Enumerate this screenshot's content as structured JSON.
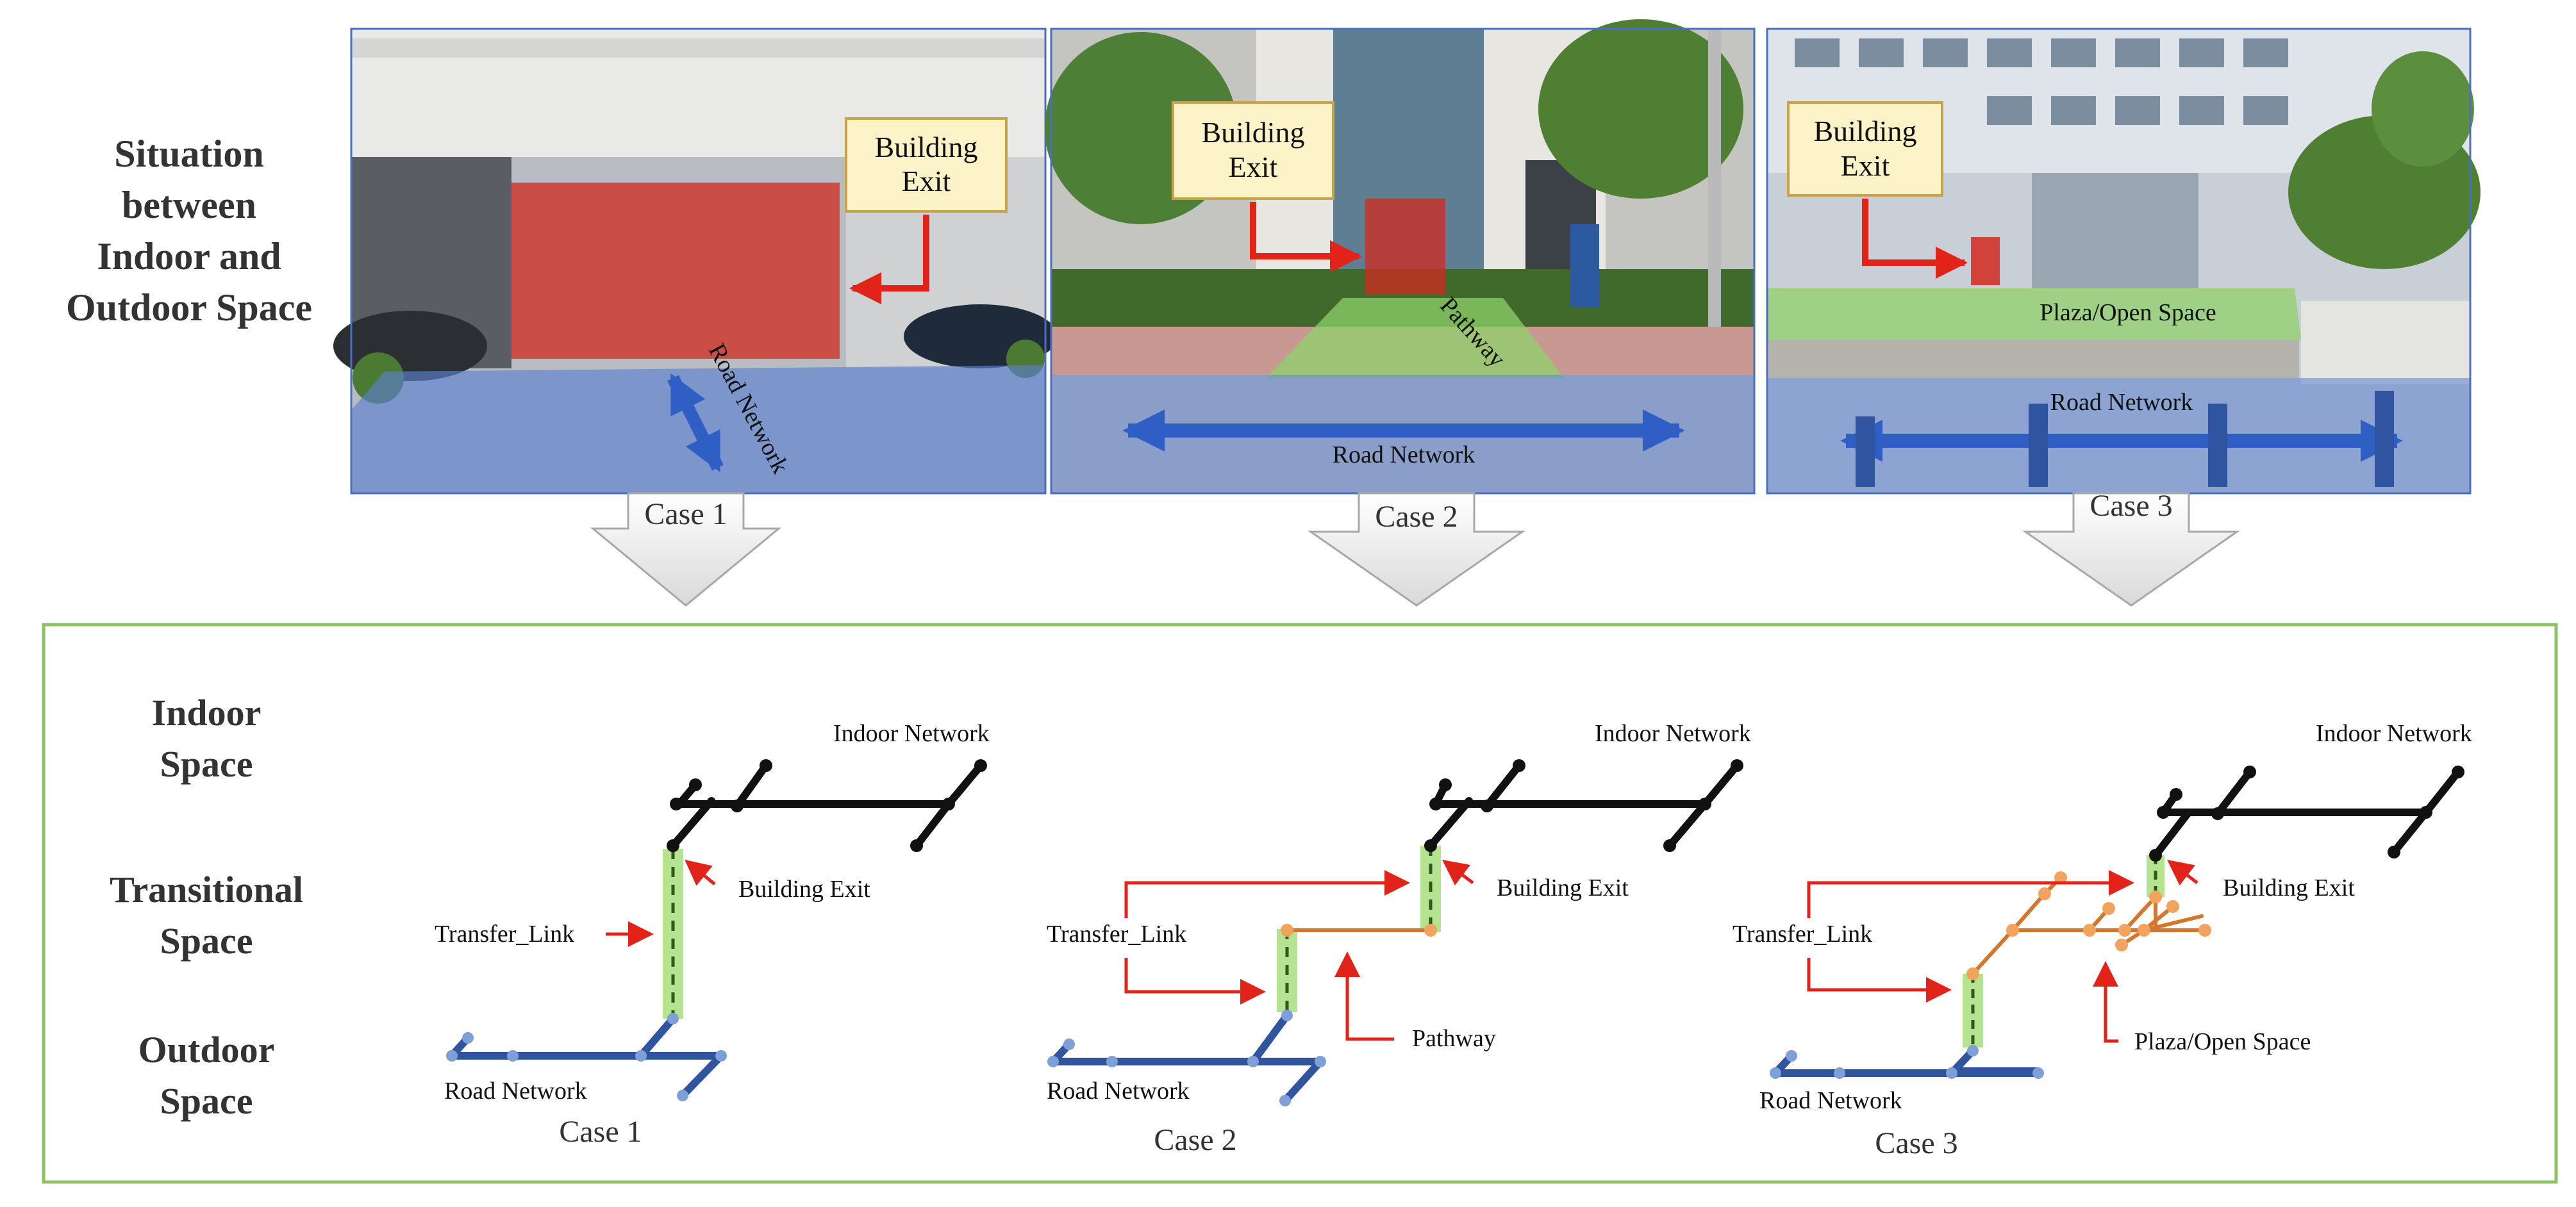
{
  "colors": {
    "road_network": "#2f54a0",
    "indoor_network": "#111111",
    "transfer_link_highlight": "#b6e38f",
    "pathway": "#d4762c",
    "pathway_node": "#f2a35e",
    "road_node": "#7f9fd8",
    "annotation_arrow": "#e2231a",
    "callout_fill": "#fdf3c8",
    "callout_border": "#c9a24a",
    "frame_border": "#8cc166",
    "overlay_indoor": "#d22a1e",
    "overlay_transitional": "#8fd16a",
    "overlay_road": "#5b7fd0"
  },
  "situation_label": [
    "Situation",
    "between",
    "Indoor and",
    "Outdoor Space"
  ],
  "photos": [
    {
      "case_label": "Case 1",
      "callout": [
        "Building",
        "Exit"
      ],
      "overlay_labels": {
        "road": "Road Network"
      }
    },
    {
      "case_label": "Case 2",
      "callout": [
        "Building",
        "Exit"
      ],
      "overlay_labels": {
        "transitional": "Pathway",
        "road": "Road Network"
      }
    },
    {
      "case_label": "Case 3",
      "callout": [
        "Building",
        "Exit"
      ],
      "overlay_labels": {
        "transitional": "Plaza/Open Space",
        "road": "Road Network"
      }
    }
  ],
  "space_labels": {
    "indoor": [
      "Indoor",
      "Space"
    ],
    "transitional": [
      "Transitional",
      "Space"
    ],
    "outdoor": [
      "Outdoor",
      "Space"
    ]
  },
  "diagrams": [
    {
      "case_label": "Case 1",
      "indoor_network": "Indoor Network",
      "building_exit": "Building Exit",
      "transfer_link": "Transfer_Link",
      "road_network": "Road Network"
    },
    {
      "case_label": "Case 2",
      "indoor_network": "Indoor Network",
      "building_exit": "Building Exit",
      "transfer_link": "Transfer_Link",
      "pathway": "Pathway",
      "road_network": "Road Network"
    },
    {
      "case_label": "Case 3",
      "indoor_network": "Indoor Network",
      "building_exit": "Building Exit",
      "transfer_link": "Transfer_Link",
      "plaza": "Plaza/Open Space",
      "road_network": "Road Network"
    }
  ]
}
